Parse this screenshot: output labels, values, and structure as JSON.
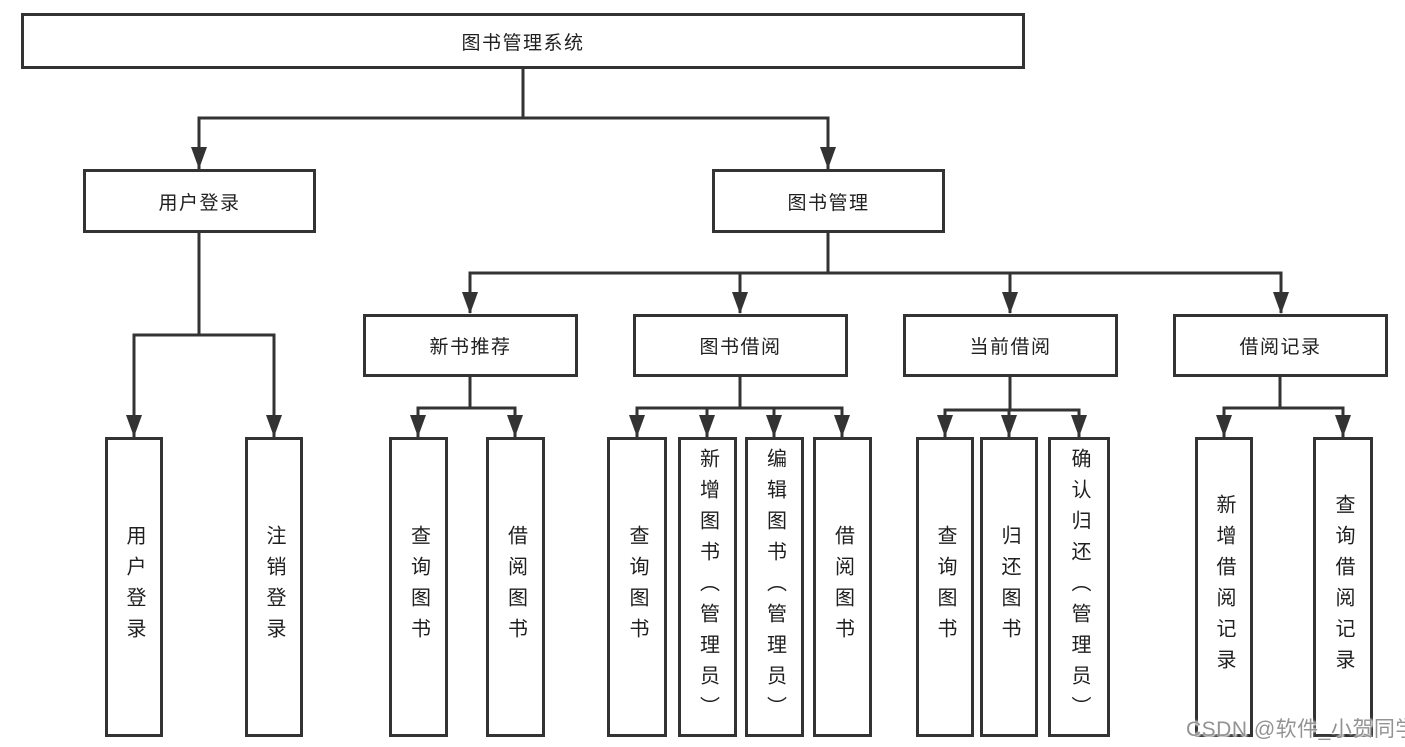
{
  "tree": {
    "root_label": "图书管理系统",
    "branches": [
      {
        "label": "用户登录",
        "leaves": [
          "用户登录",
          "注销登录"
        ]
      },
      {
        "label": "图书管理",
        "groups": [
          {
            "label": "新书推荐",
            "leaves": [
              "查询图书",
              "借阅图书"
            ]
          },
          {
            "label": "图书借阅",
            "leaves": [
              "查询图书",
              "新增图书（管理员）",
              "编辑图书（管理员）",
              "借阅图书"
            ]
          },
          {
            "label": "当前借阅",
            "leaves": [
              "查询图书",
              "归还图书",
              "确认归还（管理员）"
            ]
          },
          {
            "label": "借阅记录",
            "leaves": [
              "新增借阅记录",
              "查询借阅记录"
            ]
          }
        ]
      }
    ]
  },
  "watermark": {
    "text": "CSDN @软件_小贺同学"
  },
  "colors": {
    "line": "#333333",
    "text": "#1f1f1f",
    "background": "#ffffff",
    "watermark": "#939393"
  }
}
